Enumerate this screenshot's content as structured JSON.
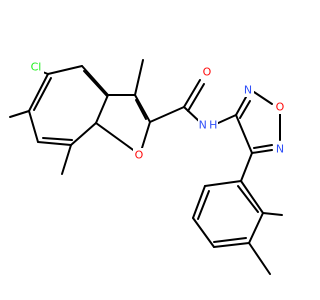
{
  "colors": {
    "carbon_bond": "#000000",
    "oxygen": "#ff0d0d",
    "nitrogen": "#3050f8",
    "chlorine": "#1ff01f"
  },
  "atoms": {
    "cl": "Cl",
    "o_amide": "O",
    "o_furan": "O",
    "nh": "N H",
    "o_oxadiazole": "O",
    "n_oxadiazole_top": "N",
    "n_oxadiazole_right": "N"
  }
}
